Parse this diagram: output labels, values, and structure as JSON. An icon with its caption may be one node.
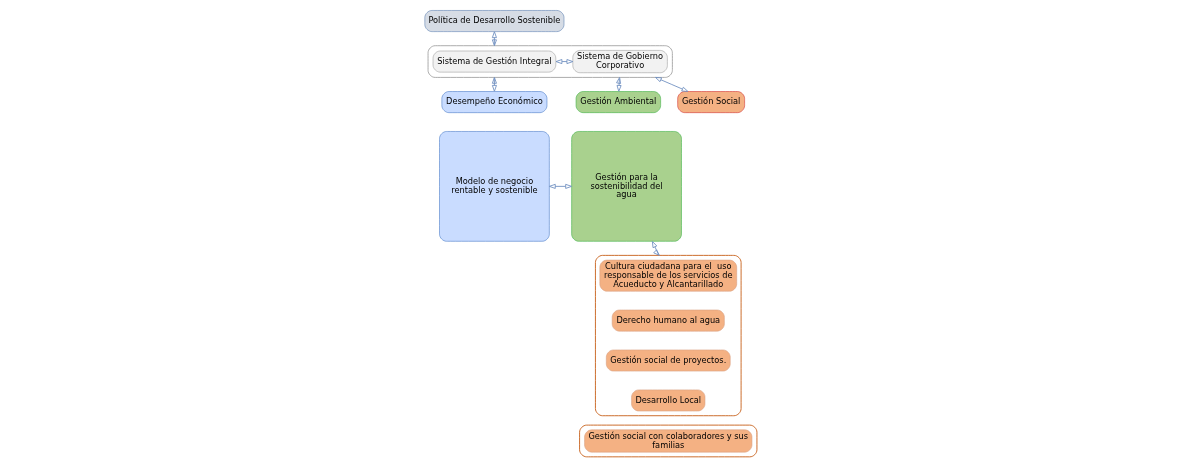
{
  "diagram": {
    "nodes": [
      {
        "text": [
          "Política de Desarrollo Sostenible"
        ]
      },
      {
        "text": [],
        "shape": "box"
      },
      {
        "text": [
          "Sistema de Gestión Integral"
        ],
        "in": 1
      },
      {
        "text": [
          "Sistema de Gobierno Corporativo"
        ],
        "in": 1
      },
      {
        "text": [
          "Desempeño Económico"
        ]
      },
      {
        "text": [
          "Gestión Ambiental"
        ]
      },
      {
        "text": [
          "Gestión Social"
        ]
      },
      {
        "text": [
          "Modelo de negocio rentable y sostenible"
        ]
      },
      {
        "text": [
          "Gestión para la sostenibilidad del agua"
        ]
      },
      {
        "text": [],
        "shape": "box"
      },
      {
        "text": [
          "Cultura ciudadana para el  uso responsable de los servicios de Acueducto y Alcantarillado"
        ],
        "in": 9
      },
      {
        "text": [
          "Derecho humano al agua"
        ],
        "in": 9
      },
      {
        "text": [
          "Gestión social de proyectos."
        ],
        "in": 9
      },
      {
        "text": [
          "Desarrollo Local"
        ],
        "in": 9
      },
      {
        "text": [],
        "shape": "box"
      },
      {
        "text": [
          "Gestión social con colaboradores y sus familias"
        ],
        "in": 14
      }
    ],
    "edges": [
      {
        "from": 0,
        "to": 1,
        "arrow": "both"
      },
      {
        "from": 2,
        "to": 3,
        "arrow": "both"
      },
      {
        "from": 1,
        "to": 4,
        "arrow": "both"
      },
      {
        "from": 1,
        "to": 5,
        "arrow": "both"
      },
      {
        "from": 1,
        "to": 6,
        "arrow": "both"
      },
      {
        "from": 7,
        "to": 8,
        "arrow": "both"
      },
      {
        "from": 8,
        "to": 9,
        "arrow": "both"
      }
    ]
  }
}
